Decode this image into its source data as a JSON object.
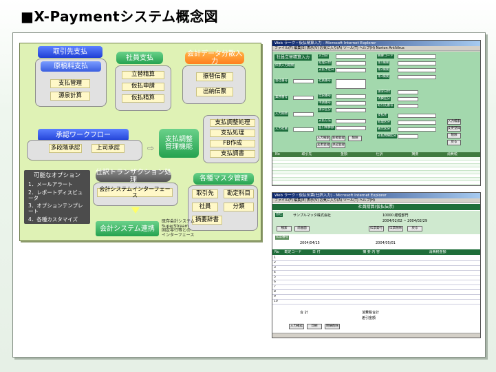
{
  "page": {
    "title": "■X-Paymentシステム概念図"
  },
  "diagram": {
    "vendor": {
      "header": "取引先支払",
      "sub": "原稿料支払",
      "items": [
        "支払管理",
        "源泉計算"
      ]
    },
    "employee": {
      "header": "社員支払",
      "items": [
        "立替精算",
        "仮払申請",
        "仮払精算"
      ]
    },
    "accounting_input": {
      "header": "会計データ分散入力",
      "items": [
        "振替伝票",
        "出納伝票"
      ]
    },
    "approval": {
      "header": "承認ワークフロー",
      "items": [
        "多段階承認",
        "上司承認"
      ]
    },
    "payment_adjust": {
      "header": "支払調整\n管理機能",
      "items": [
        "支払調整処理",
        "支払処理",
        "FB作成",
        "支払調書"
      ]
    },
    "options": {
      "title": "可能なオプション",
      "items": [
        "1．メールアラート",
        "2．レポートディスビュータ",
        "3．オプションテンプレート",
        "4．各種カスタマイズ"
      ]
    },
    "journal": {
      "header": "仕訳トランザクション処理",
      "item": "会計システムインターフェース"
    },
    "masters": {
      "header": "各種マスタ管理",
      "items": [
        "取引先",
        "勘定科目",
        "社員",
        "分類",
        "摘要辞書"
      ]
    },
    "accounting_link": {
      "label": "会計システム連携",
      "note": "既存会計システム\nSuperStream\n固定零行等との\nインターフェース"
    }
  },
  "screenshot1": {
    "title": "Web ラーク・仮払精算入力 - Microsoft Internet Explorer",
    "menu": "ファイル(F)  編集(E)  表示(V)  お気に入り(A)  ツール(T)  ヘルプ(H)   Norton AntiVirus",
    "heading": "社員立替精算入力",
    "labels_left": [
      "伝票入力期間",
      "会社番号",
      "業務番号",
      "入力期間",
      "入力社員"
    ],
    "labels_mid": [
      "入力日",
      "処理日付",
      "支払予定日",
      "社員番号",
      "仕訳番号",
      "申請番号",
      "請求区分",
      "支払方法",
      "差引精算額"
    ],
    "labels_right": [
      "摘要コード",
      "第1摘要",
      "第2摘要",
      "第3摘要",
      "請求日付",
      "消費区分",
      "取引先番号",
      "支払先",
      "処理区分",
      "表示区分",
      "支払明細区分"
    ],
    "buttons": [
      "入力検索",
      "新規登録",
      "変更登録",
      "承認登録",
      "削除",
      "戻る"
    ],
    "grid_head": [
      "No",
      "取引先",
      "金額",
      "仕訳",
      "摘要",
      "消費税"
    ],
    "row_count": 9
  },
  "screenshot2": {
    "title": "Web ラーク・仮払伝票(仕訳入力) - Microsoft Internet Explorer",
    "menu": "ファイル(F)  編集(E)  表示(V)  お気に入り(A)  ツール(T)  ヘルプ(H)",
    "heading": "社員精算(仮払伝票)",
    "company_row": "サンプルマッタ株式会社",
    "dept": "10000 経理部門",
    "period": "2004/02/02 ~ 2004/02/29",
    "date_label": "伝票番号",
    "date_value": "2004/04/15",
    "date2_value": "2004/05/01",
    "buttons": [
      "検索",
      "前画面",
      "伝票発行",
      "伝票削除",
      "戻る"
    ],
    "grid_head": [
      "No",
      "勘定コード",
      "日 付",
      "摘 要 内 容",
      "消費税金額"
    ],
    "rows": [
      "1",
      "2",
      "3",
      "4",
      "5",
      "6",
      "7",
      "8",
      "9",
      "10"
    ],
    "footer_labels": [
      "合 計",
      "消費税合計",
      "差引金額"
    ],
    "footer_buttons": [
      "入力確認",
      "印刷",
      "明細削除"
    ]
  }
}
